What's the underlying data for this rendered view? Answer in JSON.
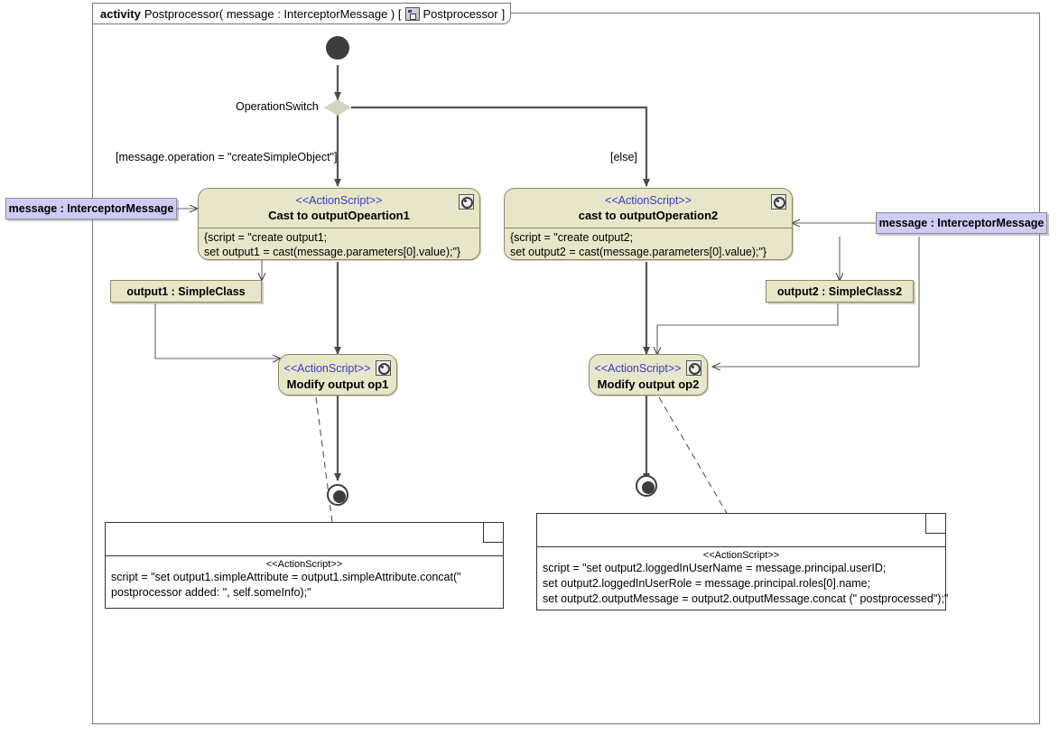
{
  "frame": {
    "keyword": "activity",
    "signature": " Postprocessor( message : InterceptorMessage ) [",
    "icon": "activity-diagram-icon",
    "diagram_name": "Postprocessor",
    "close_bracket": "]"
  },
  "labels": {
    "decision_name": "OperationSwitch",
    "guard_left": "[message.operation = \"createSimpleObject\"]",
    "guard_right": "[else]"
  },
  "nodes": {
    "initial": "initial-node",
    "final_left": "activity-final-left",
    "final_right": "activity-final-right",
    "cast1": {
      "stereotype": "<<ActionScript>>",
      "name": "Cast to outputOpeartion1",
      "body_line1": "{script = \"create output1;",
      "body_line2": "set output1 = cast(message.parameters[0].value);\"}"
    },
    "cast2": {
      "stereotype": "<<ActionScript>>",
      "name": "cast to outputOperation2",
      "body_line1": "{script = \"create output2;",
      "body_line2": "set output2 = cast(message.parameters[0].value);\"}"
    },
    "modify1": {
      "stereotype": "<<ActionScript>>",
      "name": "Modify output op1"
    },
    "modify2": {
      "stereotype": "<<ActionScript>>",
      "name": "Modify output op2"
    }
  },
  "pins": {
    "message_left": "message : InterceptorMessage",
    "message_right": "message : InterceptorMessage",
    "output1": "output1 : SimpleClass",
    "output2": "output2 : SimpleClass2"
  },
  "notes": {
    "note1": {
      "stereotype": "<<ActionScript>>",
      "line1": "script = \"set output1.simpleAttribute = output1.simpleAttribute.concat(\"",
      "line2": "postprocessor added: \", self.someInfo);\""
    },
    "note2": {
      "stereotype": "<<ActionScript>>",
      "line1": "script = \"set output2.loggedInUserName = message.principal.userID;",
      "line2": "set output2.loggedInUserRole = message.principal.roles[0].name;",
      "line3": "set output2.outputMessage = output2.outputMessage.concat (\" postprocessed\");\""
    }
  },
  "colors": {
    "action_fill": "#e8e6c8",
    "action_stroke": "#8f8a63",
    "pin_message_fill": "#ccccf5",
    "stereotype_text": "#3a3ad0",
    "flow_stroke": "#555555",
    "frame_stroke": "#777777"
  }
}
